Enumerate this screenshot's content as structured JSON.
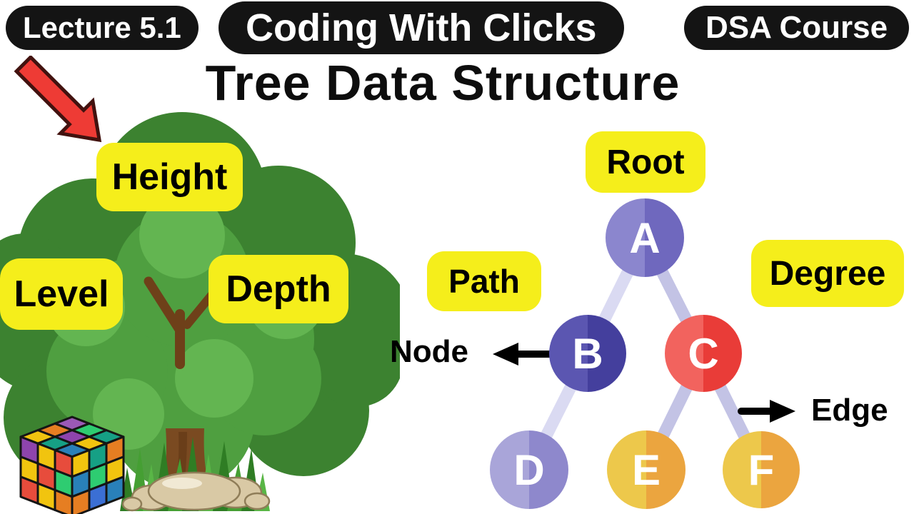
{
  "badges": {
    "lecture": "Lecture 5.1",
    "channel": "Coding With Clicks",
    "course": "DSA Course"
  },
  "title": "Tree Data Structure",
  "illustration_labels": {
    "height": "Height",
    "level": "Level",
    "depth": "Depth"
  },
  "diagram": {
    "labels": {
      "root": "Root",
      "path": "Path",
      "degree": "Degree",
      "node": "Node",
      "edge": "Edge"
    },
    "nodes": [
      {
        "id": "A",
        "role": "root"
      },
      {
        "id": "B"
      },
      {
        "id": "C"
      },
      {
        "id": "D"
      },
      {
        "id": "E"
      },
      {
        "id": "F"
      }
    ],
    "edges": [
      "A-B",
      "A-C",
      "B-D",
      "C-E",
      "C-F"
    ]
  },
  "colors": {
    "badge_black": "#141414",
    "label_yellow": "#f5ee1b",
    "node_a": [
      "#8b86ce",
      "#6f68be"
    ],
    "node_b": [
      "#5b56b1",
      "#443f9d"
    ],
    "node_c": [
      "#f2635e",
      "#e93c38"
    ],
    "node_d": [
      "#a9a5d9",
      "#8e88cc"
    ],
    "node_e": [
      "#edc84b",
      "#eba53f"
    ],
    "node_f": [
      "#edc84b",
      "#eba53f"
    ],
    "edge_light": "#dadaf2",
    "edge_dark": "#c3c3e5",
    "arrow_red": "#ee3b35"
  }
}
